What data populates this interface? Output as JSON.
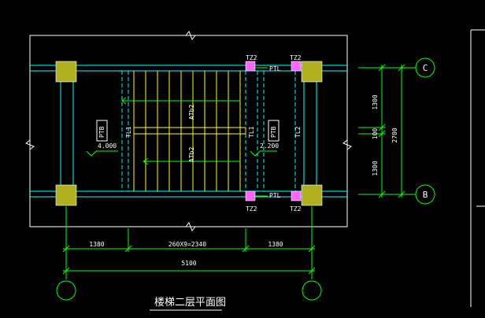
{
  "drawing": {
    "title": "楼梯二层平面图",
    "colors": {
      "background": "#000000",
      "outline": "#ffffff",
      "dimension": "#00ff00",
      "stair": "#ffff00",
      "beam": "#00ffff",
      "column": "#b0b020",
      "post": "#ff66ff",
      "label": "#ffffff"
    },
    "labels": {
      "tz2_top_left": "TZ2",
      "tz2_top_right": "TZ2",
      "ptl_top": "PTL",
      "tz2_bottom_left": "TZ2",
      "tz2_bottom_right": "TZ2",
      "ptl_bottom": "PTL",
      "ptb_left": "PTB",
      "ptb_right": "PTB",
      "tl1_left": "TL1",
      "tl1_right": "TL1",
      "tl2_right": "TL2",
      "atb2_upper": "ATb2",
      "atb2_lower": "ATb2",
      "elev_left": "4.000",
      "elev_right": "2.200"
    },
    "dimensions": {
      "left_landing": "1380",
      "steps": "260X9=2340",
      "right_landing": "1380",
      "total": "5100",
      "right_upper": "1300",
      "right_gap": "100",
      "right_lower": "1300",
      "right_total": "2700"
    },
    "axis_labels": {
      "c": "C",
      "b": "B"
    }
  }
}
